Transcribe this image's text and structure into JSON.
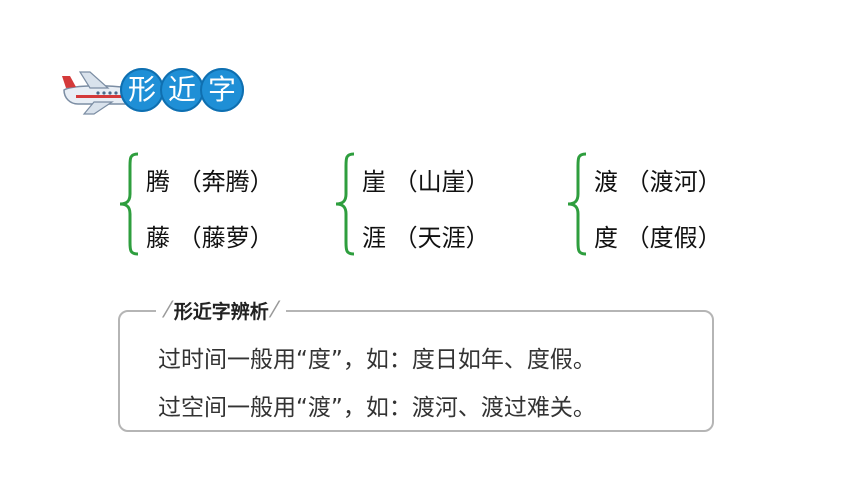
{
  "title": {
    "chars": [
      "形",
      "近",
      "字"
    ]
  },
  "groups": [
    {
      "rows": [
        {
          "char": "腾",
          "example": "（奔腾）"
        },
        {
          "char": "藤",
          "example": "（藤萝）"
        }
      ]
    },
    {
      "rows": [
        {
          "char": "崖",
          "example": "（山崖）"
        },
        {
          "char": "涯",
          "example": "（天涯）"
        }
      ]
    },
    {
      "rows": [
        {
          "char": "渡",
          "example": "（渡河）"
        },
        {
          "char": "度",
          "example": "（度假）"
        }
      ]
    }
  ],
  "note": {
    "label": "形近字辨析",
    "lines": [
      "过时间一般用“度”，如：度日如年、度假。",
      "过空间一般用“渡”，如：渡河、渡过难关。"
    ]
  },
  "colors": {
    "brace": "#2e9e3e",
    "title_circle": "#1f8fd6",
    "box_border": "#b5b5b5"
  }
}
